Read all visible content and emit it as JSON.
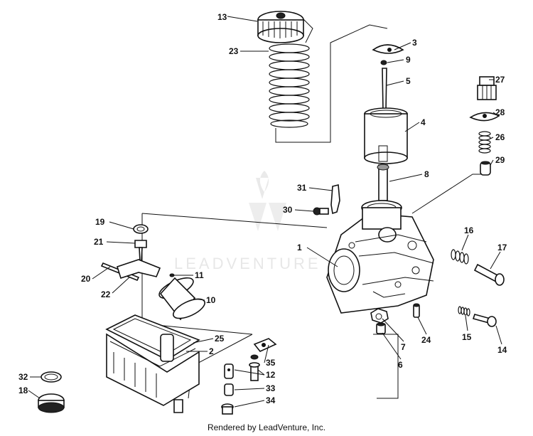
{
  "diagram": {
    "watermark": "LEADVENTURE",
    "footer": "Rendered by LeadVenture, Inc.",
    "callouts": [
      {
        "id": "c1",
        "text": "1"
      },
      {
        "id": "c2",
        "text": "2"
      },
      {
        "id": "c3",
        "text": "3"
      },
      {
        "id": "c4",
        "text": "4"
      },
      {
        "id": "c5",
        "text": "5"
      },
      {
        "id": "c6",
        "text": "6"
      },
      {
        "id": "c7",
        "text": "7"
      },
      {
        "id": "c8",
        "text": "8"
      },
      {
        "id": "c9",
        "text": "9"
      },
      {
        "id": "c10",
        "text": "10"
      },
      {
        "id": "c11",
        "text": "11"
      },
      {
        "id": "c12",
        "text": "12"
      },
      {
        "id": "c13",
        "text": "13"
      },
      {
        "id": "c14",
        "text": "14"
      },
      {
        "id": "c15",
        "text": "15"
      },
      {
        "id": "c16",
        "text": "16"
      },
      {
        "id": "c17",
        "text": "17"
      },
      {
        "id": "c18",
        "text": "18"
      },
      {
        "id": "c19",
        "text": "19"
      },
      {
        "id": "c20",
        "text": "20"
      },
      {
        "id": "c21",
        "text": "21"
      },
      {
        "id": "c22",
        "text": "22"
      },
      {
        "id": "c23",
        "text": "23"
      },
      {
        "id": "c24",
        "text": "24"
      },
      {
        "id": "c25",
        "text": "25"
      },
      {
        "id": "c26",
        "text": "26"
      },
      {
        "id": "c27",
        "text": "27"
      },
      {
        "id": "c28",
        "text": "28"
      },
      {
        "id": "c29",
        "text": "29"
      },
      {
        "id": "c30",
        "text": "30"
      },
      {
        "id": "c31",
        "text": "31"
      },
      {
        "id": "c32",
        "text": "32"
      },
      {
        "id": "c33",
        "text": "33"
      },
      {
        "id": "c34",
        "text": "34"
      },
      {
        "id": "c35",
        "text": "35"
      }
    ]
  }
}
